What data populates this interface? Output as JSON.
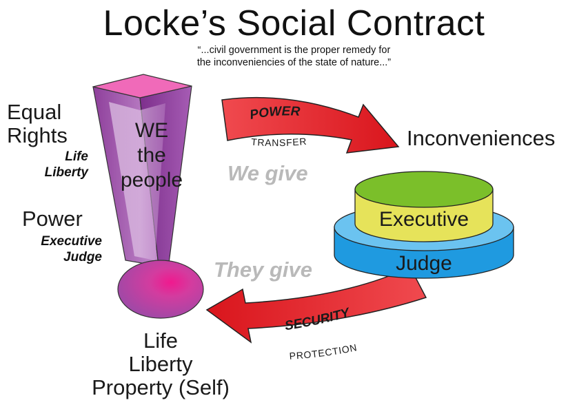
{
  "title": "Locke’s Social Contract",
  "quote": {
    "line1": "“...civil government is the proper remedy for",
    "line2": "the inconveniencies of the state of nature...”"
  },
  "left": {
    "equal_rights_line1": "Equal",
    "equal_rights_line2": "Rights",
    "rights_items": [
      "Life",
      "Liberty"
    ],
    "power_heading": "Power",
    "power_items": [
      "Executive",
      "Judge"
    ]
  },
  "people_block": [
    "WE",
    "the",
    "people"
  ],
  "bottom_left": [
    "Life",
    "Liberty",
    "Property (Self)"
  ],
  "top_arrow": {
    "label": "POWER",
    "sublabel": "TRANSFER"
  },
  "bottom_arrow": {
    "label": "SECURITY",
    "sublabel": "PROTECTION"
  },
  "we_give": "We give",
  "they_give": "They give",
  "inconveniences": "Inconveniences",
  "stack": {
    "top": "Executive",
    "bottom": "Judge"
  },
  "colors": {
    "arrow_red": "#e8232a",
    "purple": "#9b4aa8",
    "magenta": "#e0278f",
    "green": "#7bbf2a",
    "yellow": "#e6e35a",
    "blue": "#2aa3e3"
  }
}
